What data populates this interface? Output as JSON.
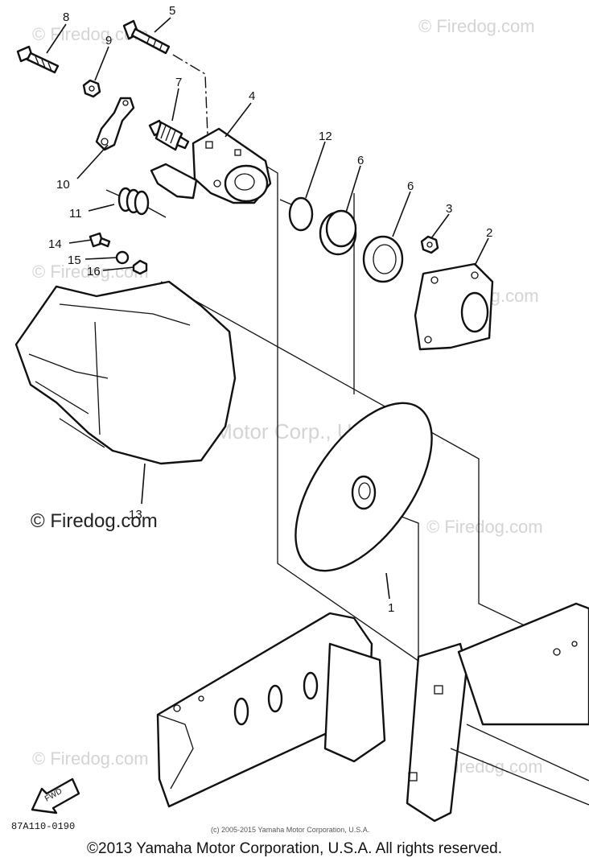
{
  "watermarks": {
    "brand": "© Firedog.com",
    "center": "Yamaha Motor Corp., U.S.A."
  },
  "callouts": {
    "c1": "1",
    "c2": "2",
    "c3": "3",
    "c4": "4",
    "c5": "5",
    "c6a": "6",
    "c6b": "6",
    "c7": "7",
    "c8": "8",
    "c9": "9",
    "c10": "10",
    "c11": "11",
    "c12": "12",
    "c13": "13",
    "c14": "14",
    "c15": "15",
    "c16": "16"
  },
  "fwd_label": "FWD",
  "diagram_code": "87A110-0190",
  "small_credit": "(c) 2005-2015 Yamaha Motor Corporation, U.S.A.",
  "copyright": "©2013 Yamaha Motor Corporation, U.S.A. All rights reserved."
}
